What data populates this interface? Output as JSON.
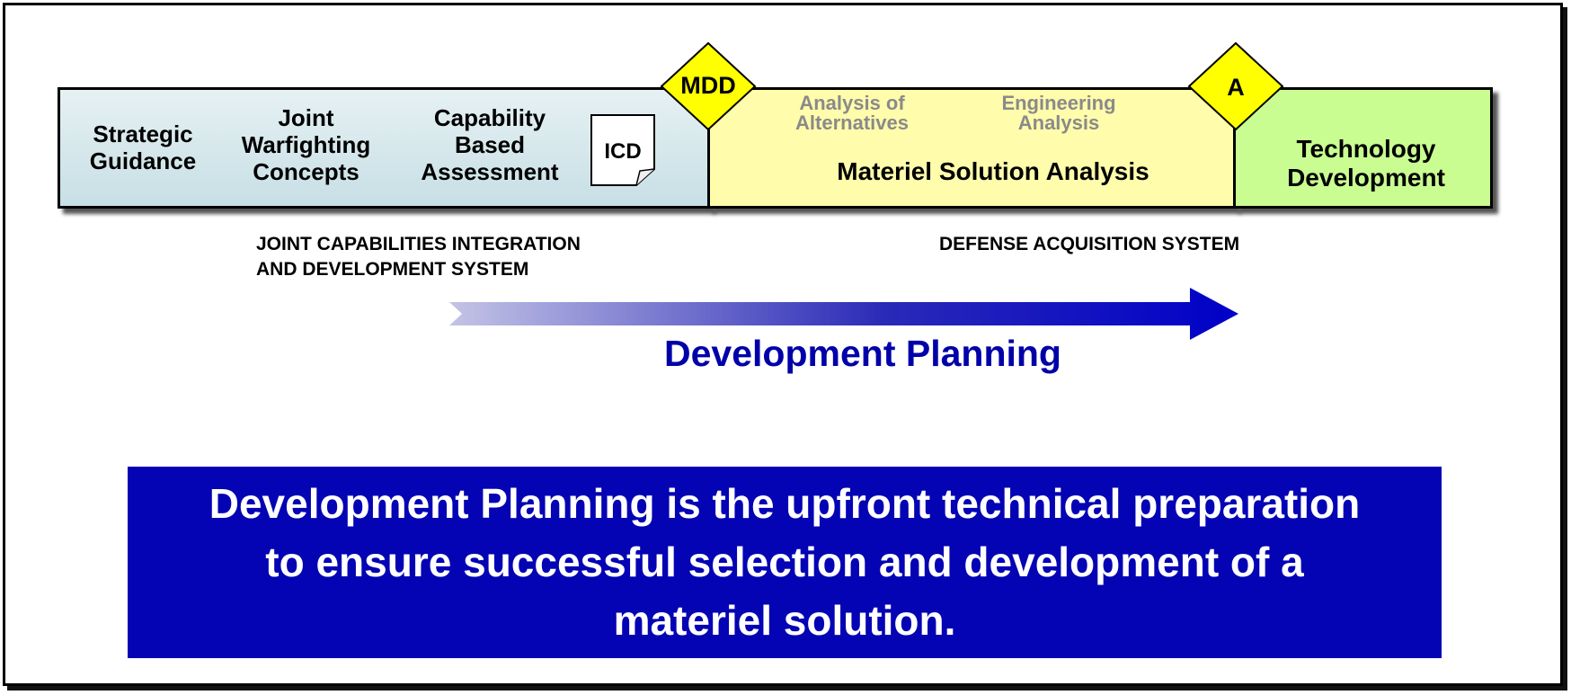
{
  "jcids_phase": {
    "strategic_guidance": [
      "Strategic",
      "Guidance"
    ],
    "joint_warfighting": [
      "Joint",
      "Warfighting",
      "Concepts"
    ],
    "capability_assessment": [
      "Capability",
      "Based",
      "Assessment"
    ],
    "icd": "ICD"
  },
  "milestones": {
    "mdd": "MDD",
    "a": "A"
  },
  "msa_phase": {
    "analysis_of_alternatives": [
      "Analysis of",
      "Alternatives"
    ],
    "engineering_analysis": [
      "Engineering",
      "Analysis"
    ],
    "title": "Materiel Solution Analysis"
  },
  "td_phase": {
    "title": [
      "Technology",
      "Development"
    ]
  },
  "system_labels": {
    "jcids": [
      "JOINT CAPABILITIES INTEGRATION",
      "AND DEVELOPMENT SYSTEM"
    ],
    "das": "DEFENSE ACQUISITION SYSTEM"
  },
  "development_planning": {
    "title": "Development Planning",
    "definition": "Development Planning is the upfront technical preparation to ensure successful selection and development of a materiel solution."
  },
  "colors": {
    "jcids_bar": "#d6e8ec",
    "msa_bar": "#fffcab",
    "td_bar": "#c9fd92",
    "milestone_diamond": "#ffff00",
    "arrow_start": "#b8b8e0",
    "arrow_end": "#0000c8",
    "callout_background": "#0404b4",
    "title_text": "#0000a8"
  }
}
